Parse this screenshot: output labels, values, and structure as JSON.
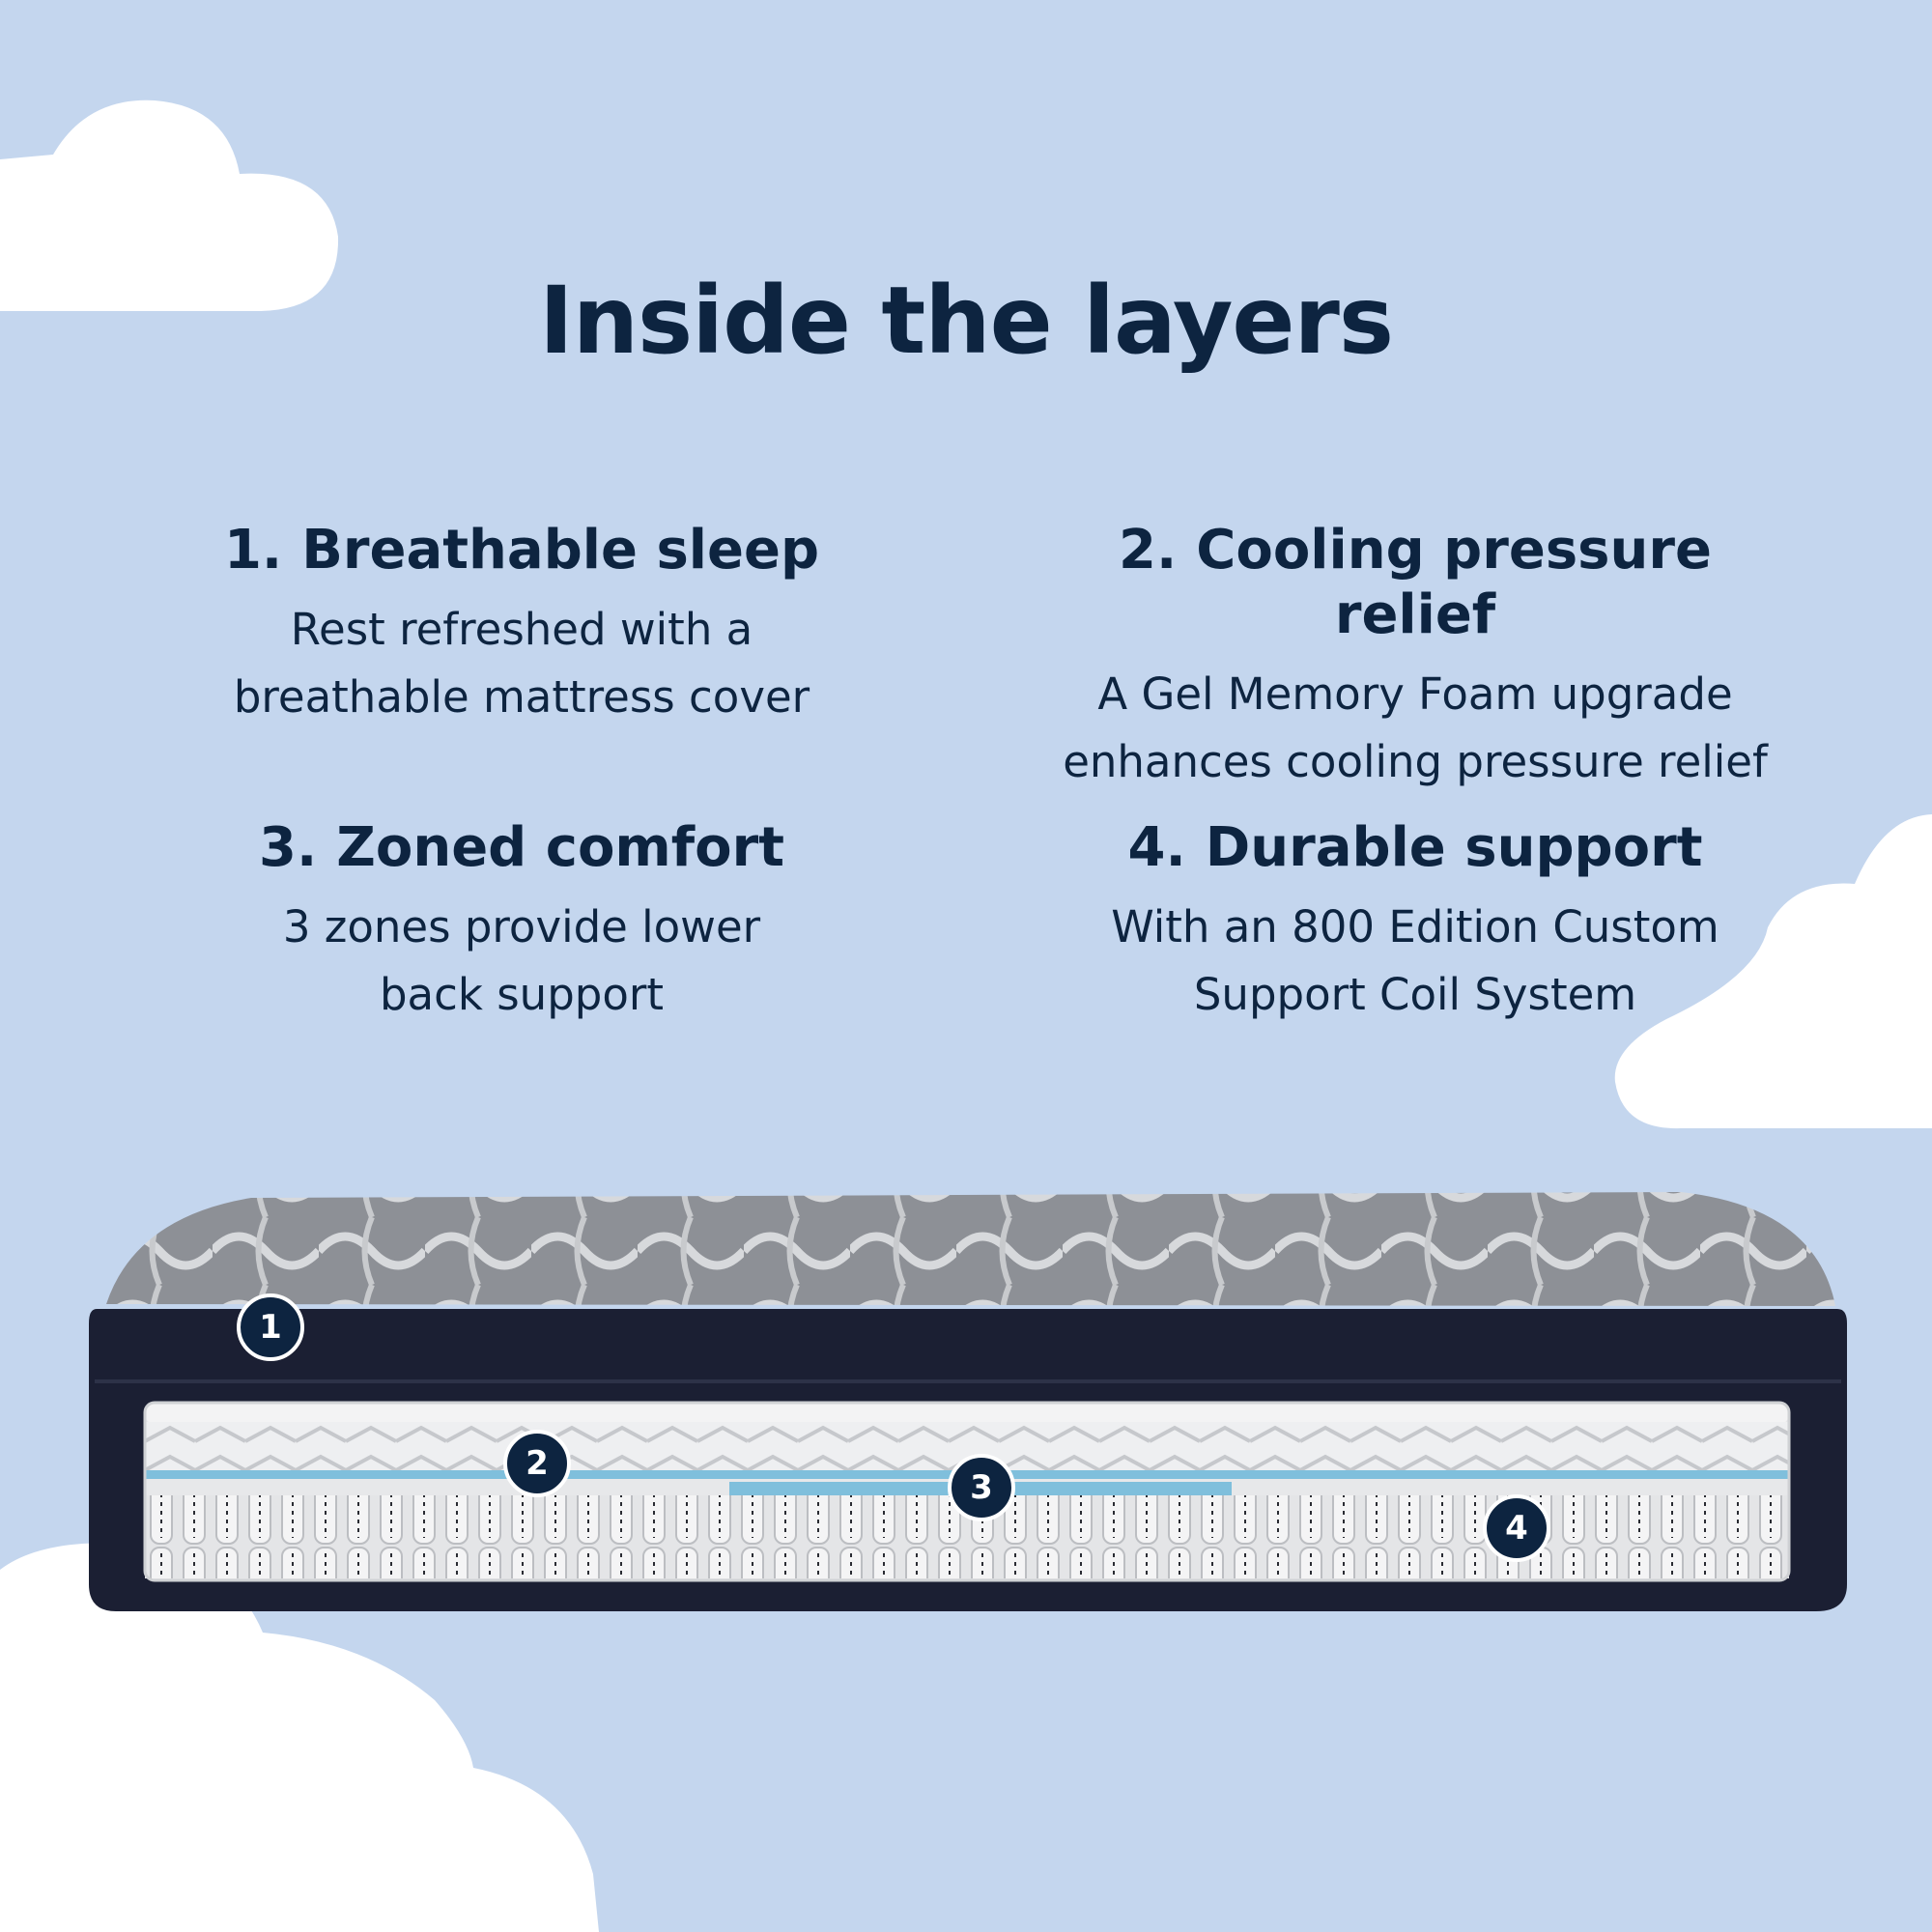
{
  "title": "Inside the layers",
  "features": [
    {
      "number": "1.",
      "heading": "Breathable sleep",
      "line1": "Rest refreshed with a",
      "line2": "breathable mattress cover"
    },
    {
      "number": "2.",
      "heading": "Cooling pressure relief",
      "line1": "A Gel Memory Foam upgrade",
      "line2": "enhances cooling pressure relief"
    },
    {
      "number": "3.",
      "heading": "Zoned comfort",
      "line1": "3 zones provide lower",
      "line2": "back support"
    },
    {
      "number": "4.",
      "heading": "Durable support",
      "line1": "With an 800 Edition Custom",
      "line2": "Support Coil System"
    }
  ],
  "markers": [
    "1",
    "2",
    "3",
    "4"
  ],
  "colors": {
    "background": "#c4d6ee",
    "cloud": "#ffffff",
    "text": "#0d2440",
    "mattress_border": "#1b1f33",
    "gel_layer": "#7fbfdc"
  }
}
